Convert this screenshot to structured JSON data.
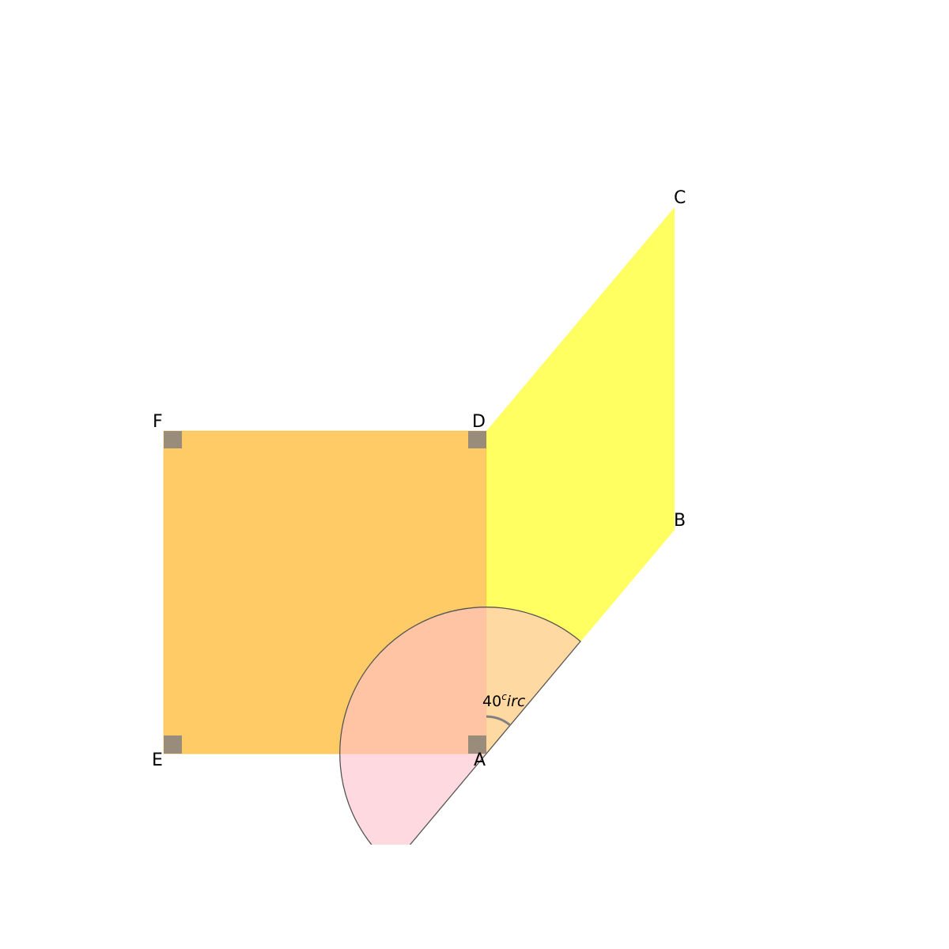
{
  "figure": {
    "points": {
      "A": "A",
      "B": "B",
      "C": "C",
      "D": "D",
      "E": "E",
      "F": "F"
    },
    "angle_label": {
      "value": "40",
      "sup": "c",
      "suffix": "irc"
    },
    "colors": {
      "square": "#fdb933",
      "parallelogram": "#ffff00",
      "sector": "#ffc0cb",
      "right_angle_marker": "#9a8c7a",
      "outline": "#555555"
    }
  }
}
